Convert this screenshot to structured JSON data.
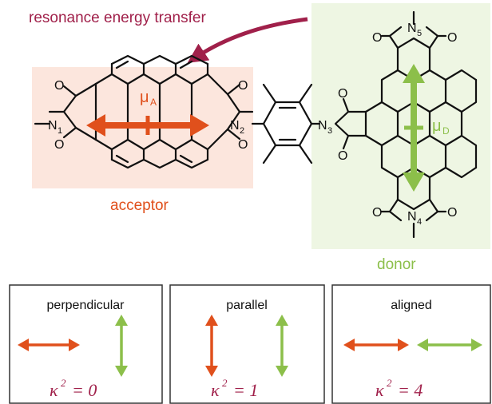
{
  "colors": {
    "acceptor": "#e0501c",
    "donor": "#8cbf4a",
    "transfer_arrow": "#a0204a",
    "acceptor_box": "#fce6dd",
    "donor_box": "#eef6e3",
    "kappa_text": "#a0204a"
  },
  "transfer_label": "resonance energy transfer",
  "acceptor": {
    "label": "acceptor",
    "dipole": {
      "symbol": "μ",
      "sub": "A"
    }
  },
  "donor": {
    "label": "donor",
    "dipole": {
      "symbol": "μ",
      "sub": "D"
    }
  },
  "atoms": {
    "O": "O",
    "N": "N",
    "N1": "1",
    "N2": "2",
    "N3": "3",
    "N4": "4",
    "N5": "5"
  },
  "panels": [
    {
      "title": "perpendicular",
      "kappa": "κ",
      "exp": "2",
      "eq": "= 0"
    },
    {
      "title": "parallel",
      "kappa": "κ",
      "exp": "2",
      "eq": "= 1"
    },
    {
      "title": "aligned",
      "kappa": "κ",
      "exp": "2",
      "eq": "= 4"
    }
  ]
}
